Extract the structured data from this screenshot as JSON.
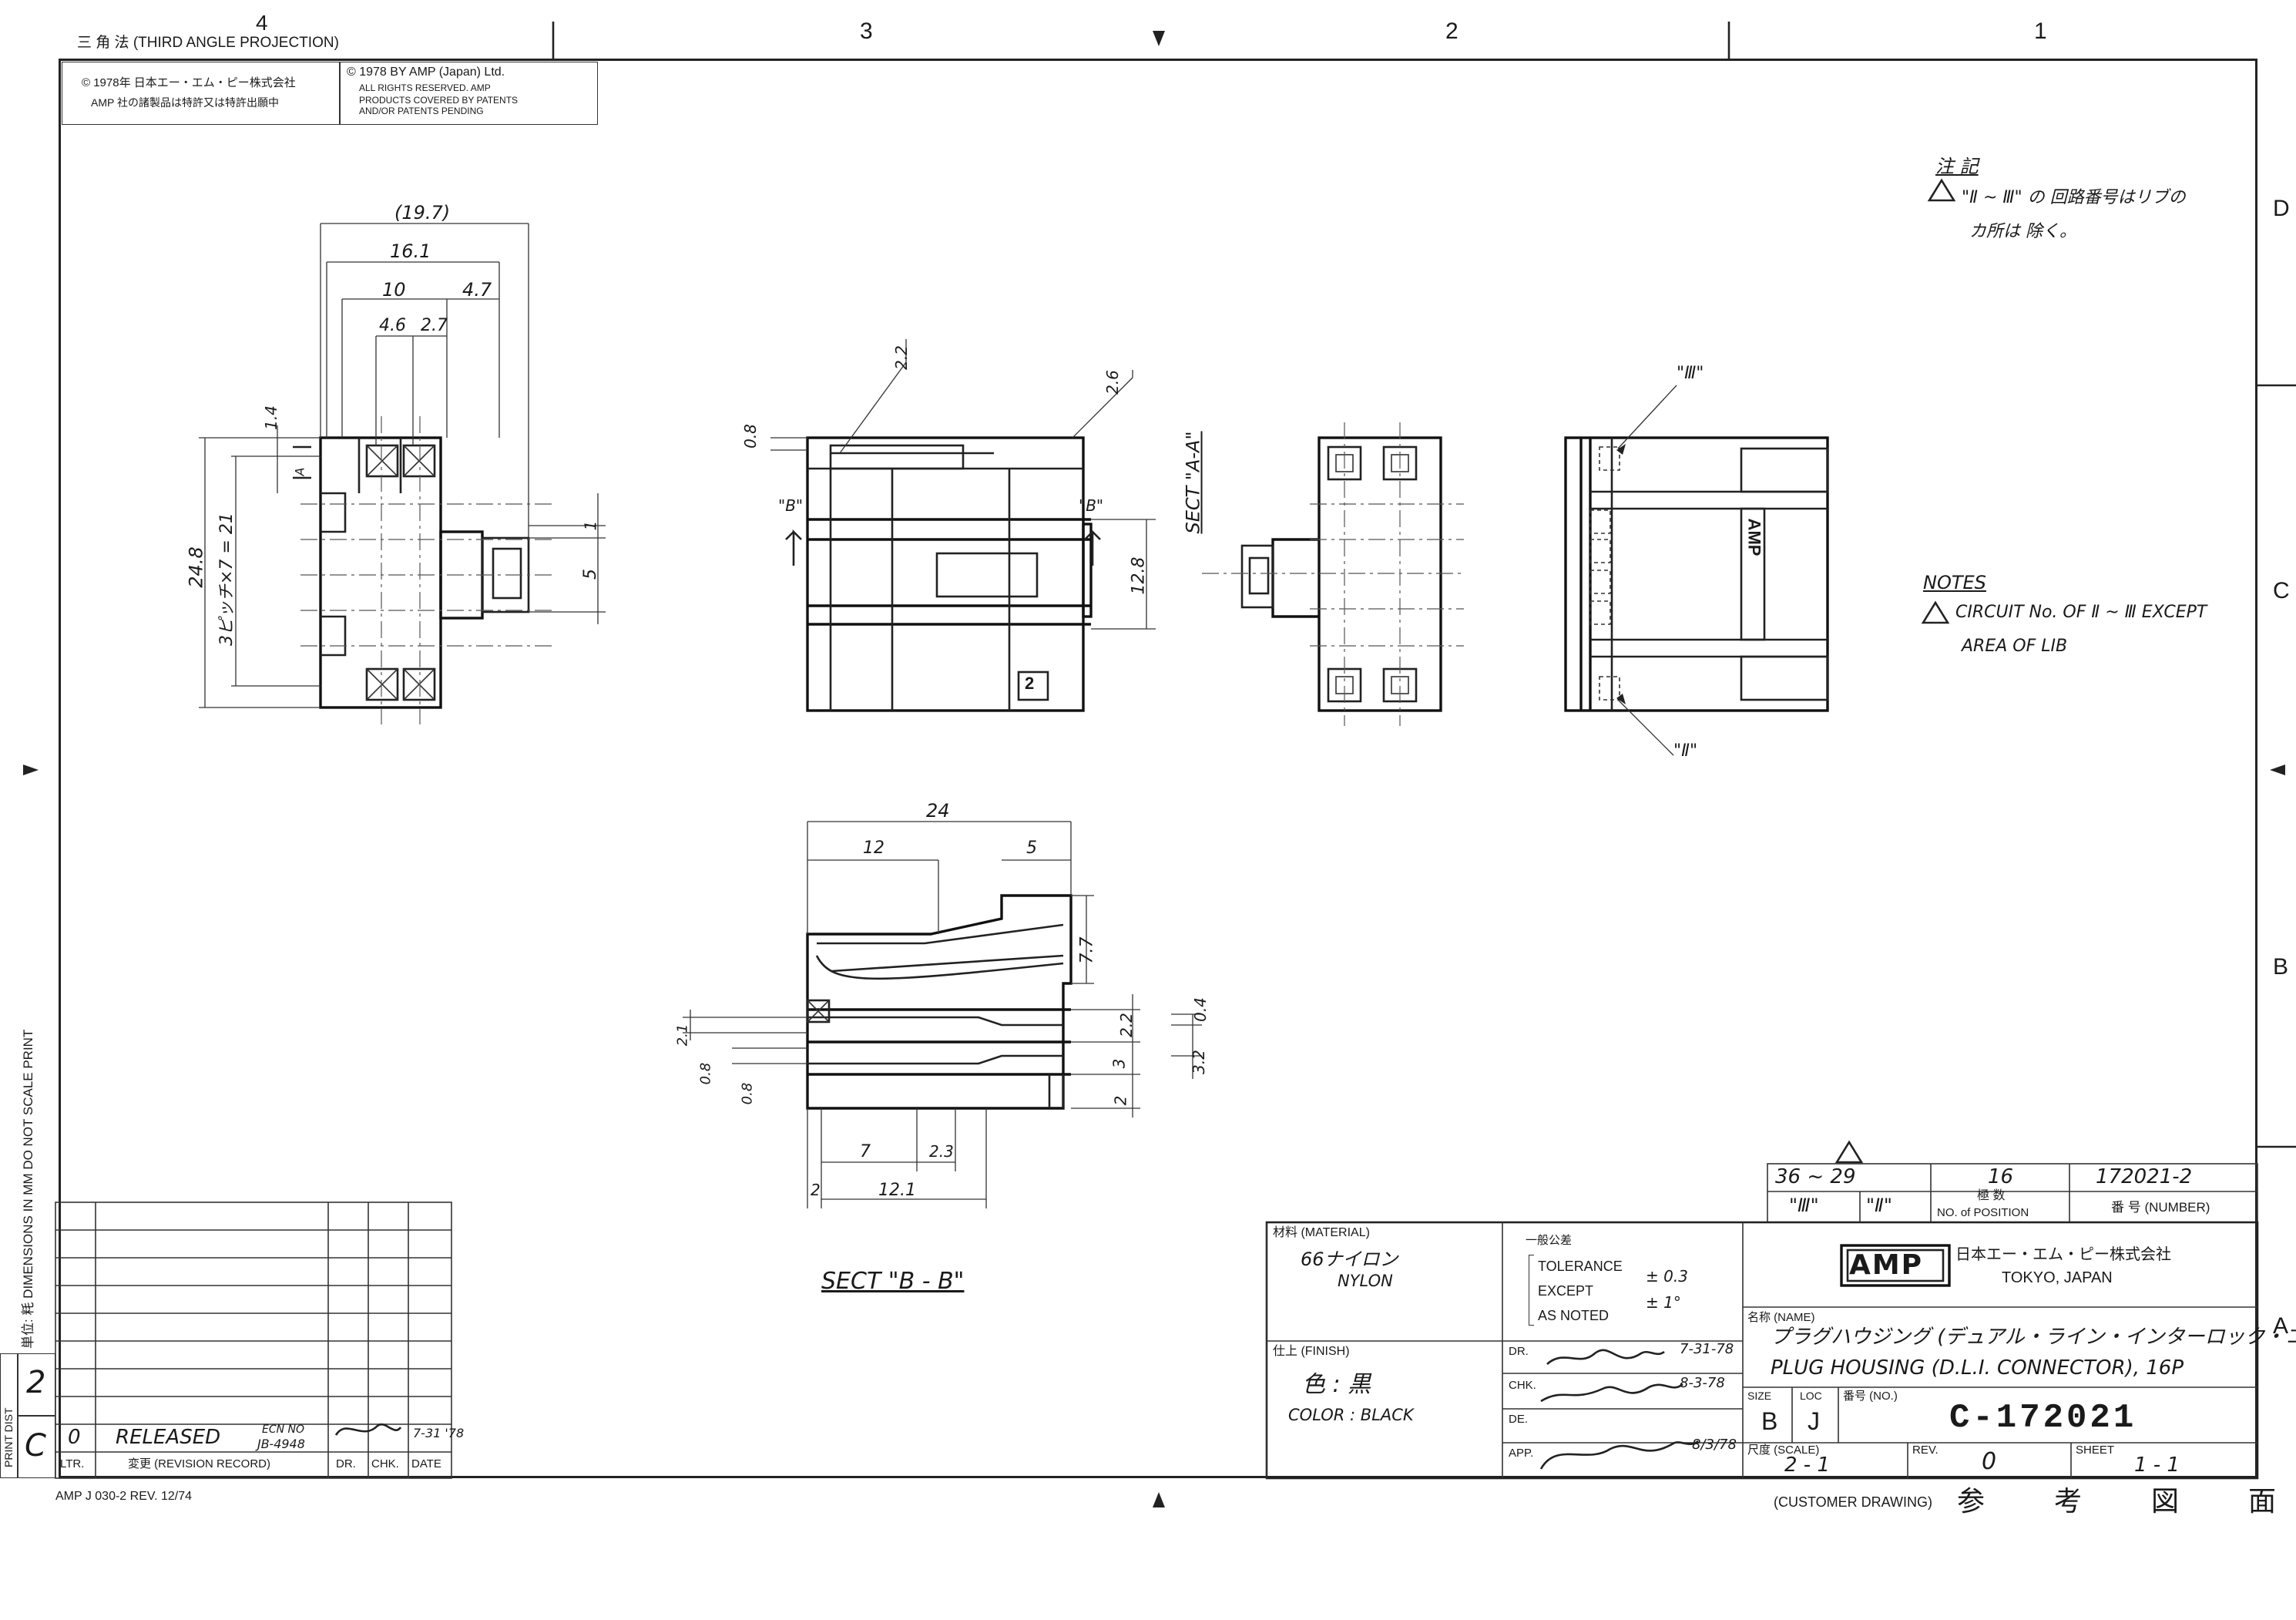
{
  "projection_label": "三 角 法 (THIRD ANGLE PROJECTION)",
  "zone_numbers": [
    "4",
    "3",
    "2",
    "1"
  ],
  "zone_letters": [
    "D",
    "C",
    "B",
    "A"
  ],
  "copyright": {
    "jp_line1": "© 1978年 日本エー・エム・ピー株式会社",
    "jp_line2": "AMP 社の諸製品は特許又は特許出願中",
    "en_line1": "© 1978 BY AMP (Japan) Ltd.",
    "en_line2": "ALL RIGHTS RESERVED. AMP",
    "en_line3": "PRODUCTS COVERED BY PATENTS",
    "en_line4": "AND/OR PATENTS PENDING"
  },
  "notes_jp": {
    "title": "注 記",
    "line1": "\"Ⅱ ~ Ⅲ\" の 回路番号はリブの",
    "line2": "カ所は 除く。"
  },
  "notes_en": {
    "title": "NOTES",
    "line1": "CIRCUIT No. OF Ⅱ ~ Ⅲ EXCEPT",
    "line2": "AREA   OF LIB"
  },
  "dimensions": {
    "top_overall": "(19.7)",
    "top_16_1": "16.1",
    "top_10": "10",
    "top_4_7": "4.7",
    "top_4_6": "4.6",
    "top_2_7": "2.7",
    "left_24_8": "24.8",
    "left_pitch": "3ピッチ×7 = 21",
    "left_1_4": "1.4",
    "right_1": "1",
    "right_5": "5",
    "sec_0_8": "0.8",
    "sec_2_2": "2.2",
    "sec_2_6": "2.6",
    "sec_12_8": "12.8",
    "b_24": "24",
    "b_12": "12",
    "b_5": "5",
    "b_7_7": "7.7",
    "b_2_2": "2.2",
    "b_0_4": "0.4",
    "b_3": "3",
    "b_3_2": "3.2",
    "b_2": "2",
    "b_7": "7",
    "b_2_3": "2.3",
    "b_2l": "2",
    "b_12_1": "12.1",
    "b_21": "2.1",
    "b_0_8a": "0.8",
    "b_0_8b": "0.8"
  },
  "labels": {
    "sect_a": "SECT \"A-A\"",
    "sect_b": "SECT \"B - B\"",
    "a_mark": "A",
    "b_mark": "\"B\"",
    "f_mark": "\"Ⅲ\"",
    "e_mark": "\"Ⅱ\"",
    "amp_emboss": "AMP",
    "pin2": "2"
  },
  "side_text": "単位: 粍 DIMENSIONS IN MM DO NOT SCALE PRINT",
  "print_dist": "PRINT DIST",
  "print_dist_values": [
    "2",
    "C"
  ],
  "revision": {
    "ltr": "0",
    "desc": "RELEASED",
    "ecn": "ECN NO",
    "ecn_no": "JB-4948",
    "date": "7-31 '78",
    "headers": [
      "LTR.",
      "変更 (REVISION RECORD)",
      "DR.",
      "CHK.",
      "DATE"
    ]
  },
  "form_no": "AMP J 030-2 REV. 12/74",
  "position_table": {
    "range": "36 ~ 29",
    "range_f": "\"Ⅲ\"",
    "range_e": "\"Ⅱ\"",
    "count": "16",
    "count_label_jp": "極 数",
    "count_label": "NO. of POSITION",
    "number": "172021-2",
    "number_label": "番 号 (NUMBER)"
  },
  "material": {
    "label": "材料 (MATERIAL)",
    "value_jp": "66ナイロン",
    "value_en": "NYLON"
  },
  "finish": {
    "label": "仕上 (FINISH)",
    "value_jp": "色 : 黒",
    "value_en": "COLOR :  BLACK"
  },
  "tolerance": {
    "label": "一般公差",
    "l1": "TOLERANCE",
    "l2": "EXCEPT",
    "l3": "AS NOTED",
    "v1": "± 0.3",
    "v2": "± 1°"
  },
  "signatures": {
    "dr_label": "DR.",
    "chk_label": "CHK.",
    "de_label": "DE.",
    "app_label": "APP.",
    "dr_date": "7-31-78",
    "chk_date": "8-3-78",
    "app_date": "8/3/78"
  },
  "company": {
    "logo": "AMP",
    "name_jp": "日本エー・エム・ピー株式会社",
    "city": "TOKYO, JAPAN"
  },
  "title_block": {
    "name_label": "名称 (NAME)",
    "name_jp": "プラグハウジング (デュアル・ライン・インターロック・コネクタ)",
    "name_en": "PLUG HOUSING (D.L.I. CONNECTOR), 16P",
    "size_label": "SIZE",
    "size": "B",
    "loc_label": "LOC",
    "loc": "J",
    "no_label": "番号 (NO.)",
    "number": "C-172021",
    "scale_label": "尺度 (SCALE)",
    "scale": "2 - 1",
    "rev_label": "REV.",
    "rev": "0",
    "sheet_label": "SHEET",
    "sheet": "1 - 1"
  },
  "customer_drawing": "(CUSTOMER DRAWING)",
  "reference_jp": "参  考  図  面"
}
